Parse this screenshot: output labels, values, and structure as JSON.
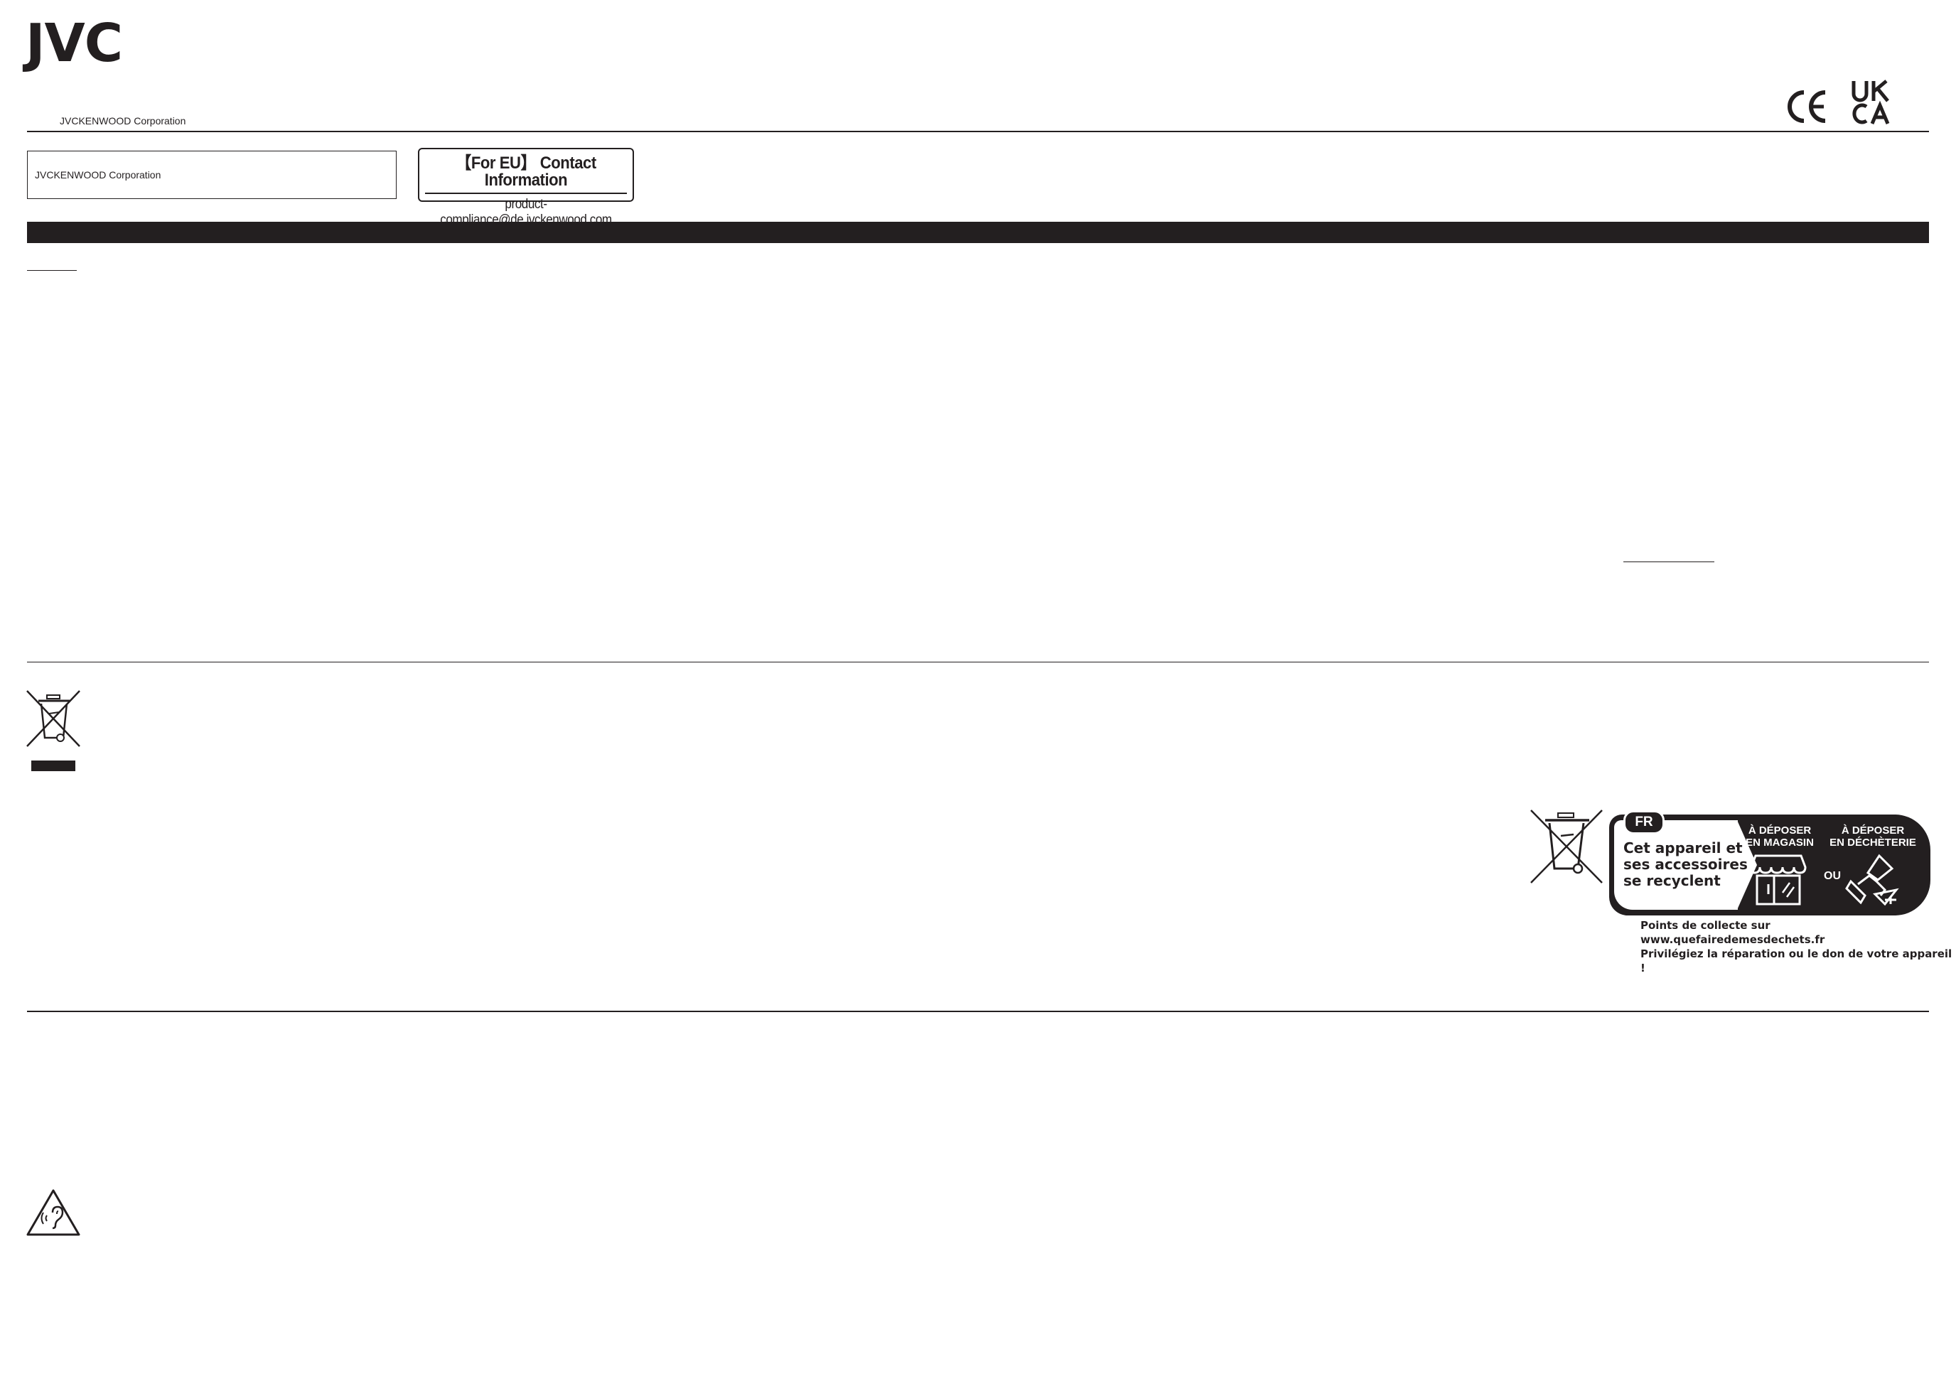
{
  "header": {
    "logo": "JVC",
    "company": "JVCKENWOOD Corporation",
    "marks": [
      "CE",
      "UK CA"
    ]
  },
  "company_box": {
    "text": "JVCKENWOOD Corporation"
  },
  "eu_contact": {
    "title": "【For EU】 Contact Information",
    "email": "product-compliance@de.jvckenwood.com"
  },
  "recycling_fr": {
    "badge": "FR",
    "headline_lines": [
      "Cet appareil et",
      "ses accessoires",
      "se recyclent"
    ],
    "option_store_lines": [
      "À DÉPOSER",
      "EN MAGASIN"
    ],
    "or_label": "OU",
    "option_dump_lines": [
      "À DÉPOSER",
      "EN DÉCHÈTERIE"
    ],
    "footer_lines": [
      "Points de collecte sur www.quefairedemesdechets.fr",
      "Privilégiez la réparation ou le don de votre appareil !"
    ]
  },
  "icons": {
    "weee": "crossed-out-wheelie-bin-icon",
    "hearing": "hearing-warning-icon"
  },
  "colors": {
    "ink": "#231f20",
    "background": "#ffffff"
  }
}
